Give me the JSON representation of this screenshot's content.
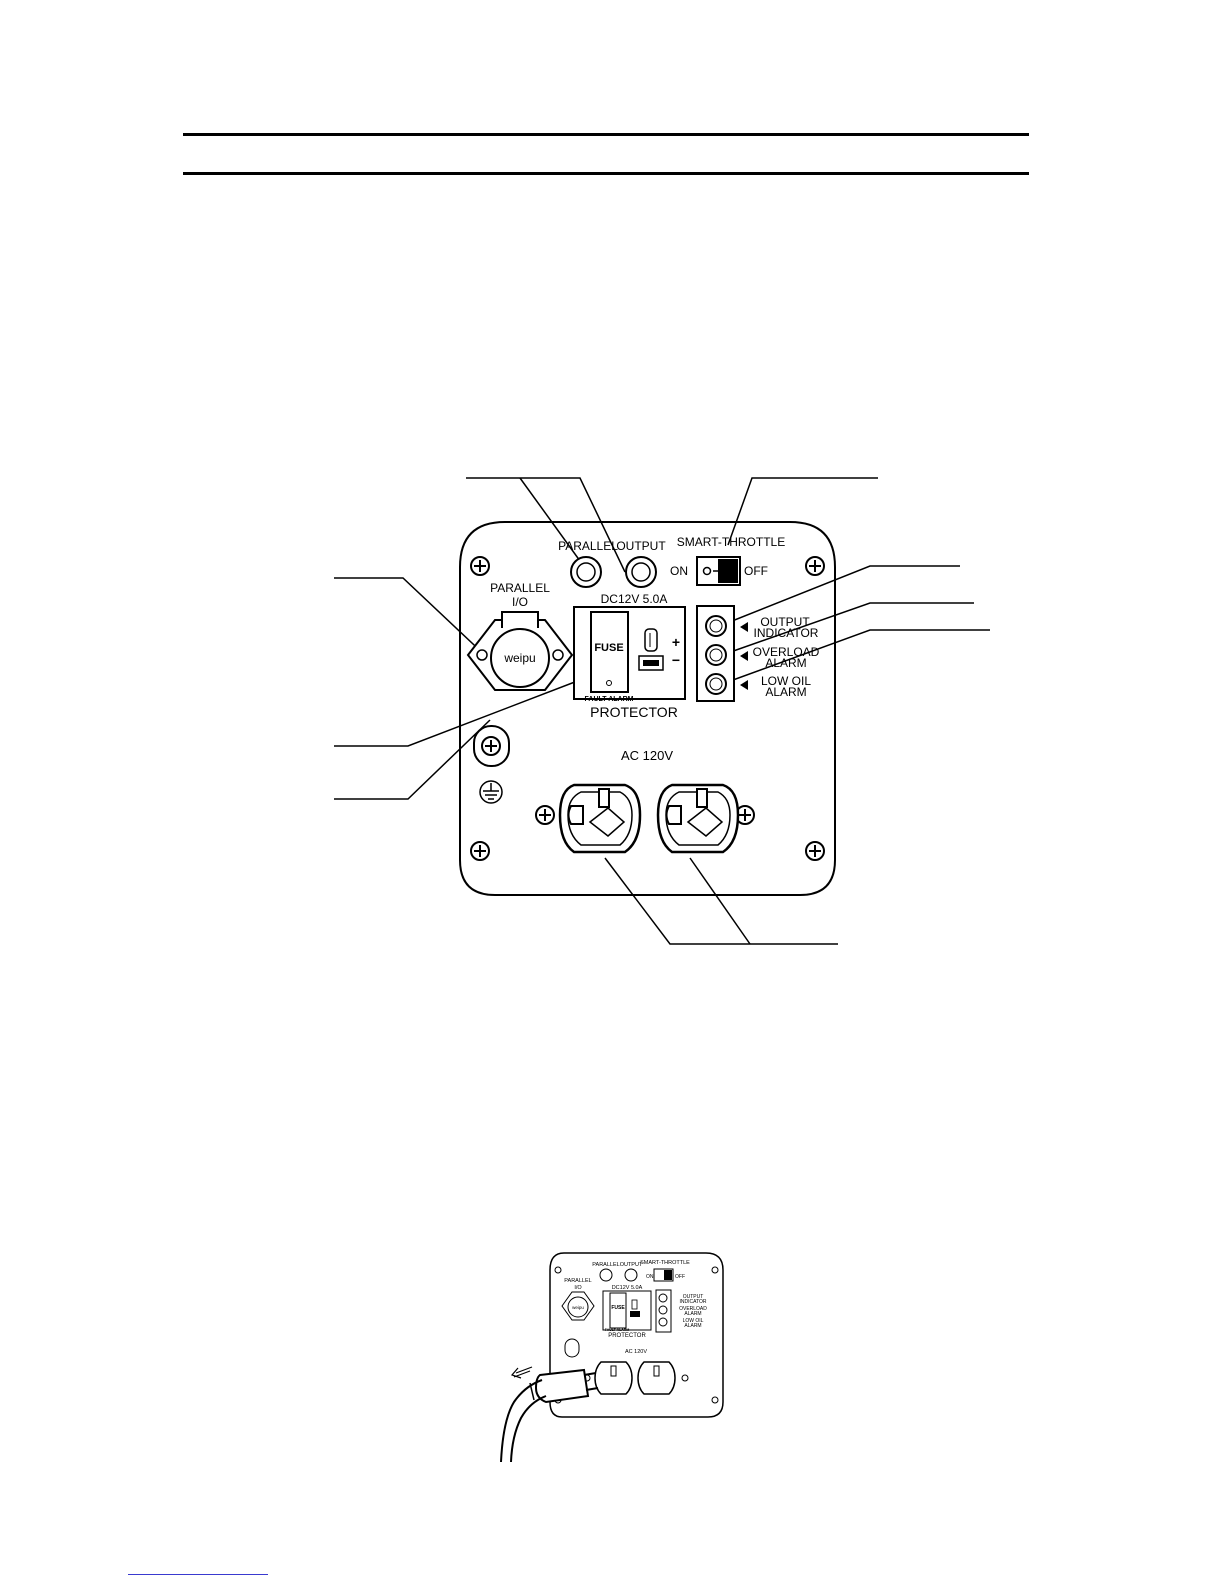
{
  "panel": {
    "parallel_output_labels": [
      "PARALLEL",
      "OUTPUT"
    ],
    "smart_throttle": {
      "label": "SMART-THROTTLE",
      "on": "ON",
      "off": "OFF"
    },
    "parallel_io": {
      "line1": "PARALLEL",
      "line2": "I/O",
      "brand": "weipu"
    },
    "dc_rating": "DC12V 5.0A",
    "fuse": "FUSE",
    "fault_alarm": "FAULT  ALARM",
    "protector": "PROTECTOR",
    "plus": "+",
    "minus": "−",
    "indicators": [
      {
        "line1": "OUTPUT",
        "line2": "INDICATOR"
      },
      {
        "line1": "OVERLOAD",
        "line2": "ALARM"
      },
      {
        "line1": "LOW  OIL",
        "line2": "ALARM"
      }
    ],
    "ac_label": "AC 120V"
  },
  "small_panel": {
    "parallel": "PARALLEL",
    "output": "OUTPUT",
    "smart_throttle": "SMART-THROTTLE",
    "on": "ON",
    "off": "OFF",
    "parallel_io_1": "PARALLEL",
    "parallel_io_2": "I/O",
    "brand": "weipu",
    "dc_rating": "DC12V 5.0A",
    "fuse": "FUSE",
    "fault_alarm": "FAULT ALARM",
    "protector": "PROTECTOR",
    "ind1a": "OUTPUT",
    "ind1b": "INDICATOR",
    "ind2a": "OVERLOAD",
    "ind2b": "ALARM",
    "ind3a": "LOW  OIL",
    "ind3b": "ALARM",
    "ac_label": "AC  120V"
  }
}
